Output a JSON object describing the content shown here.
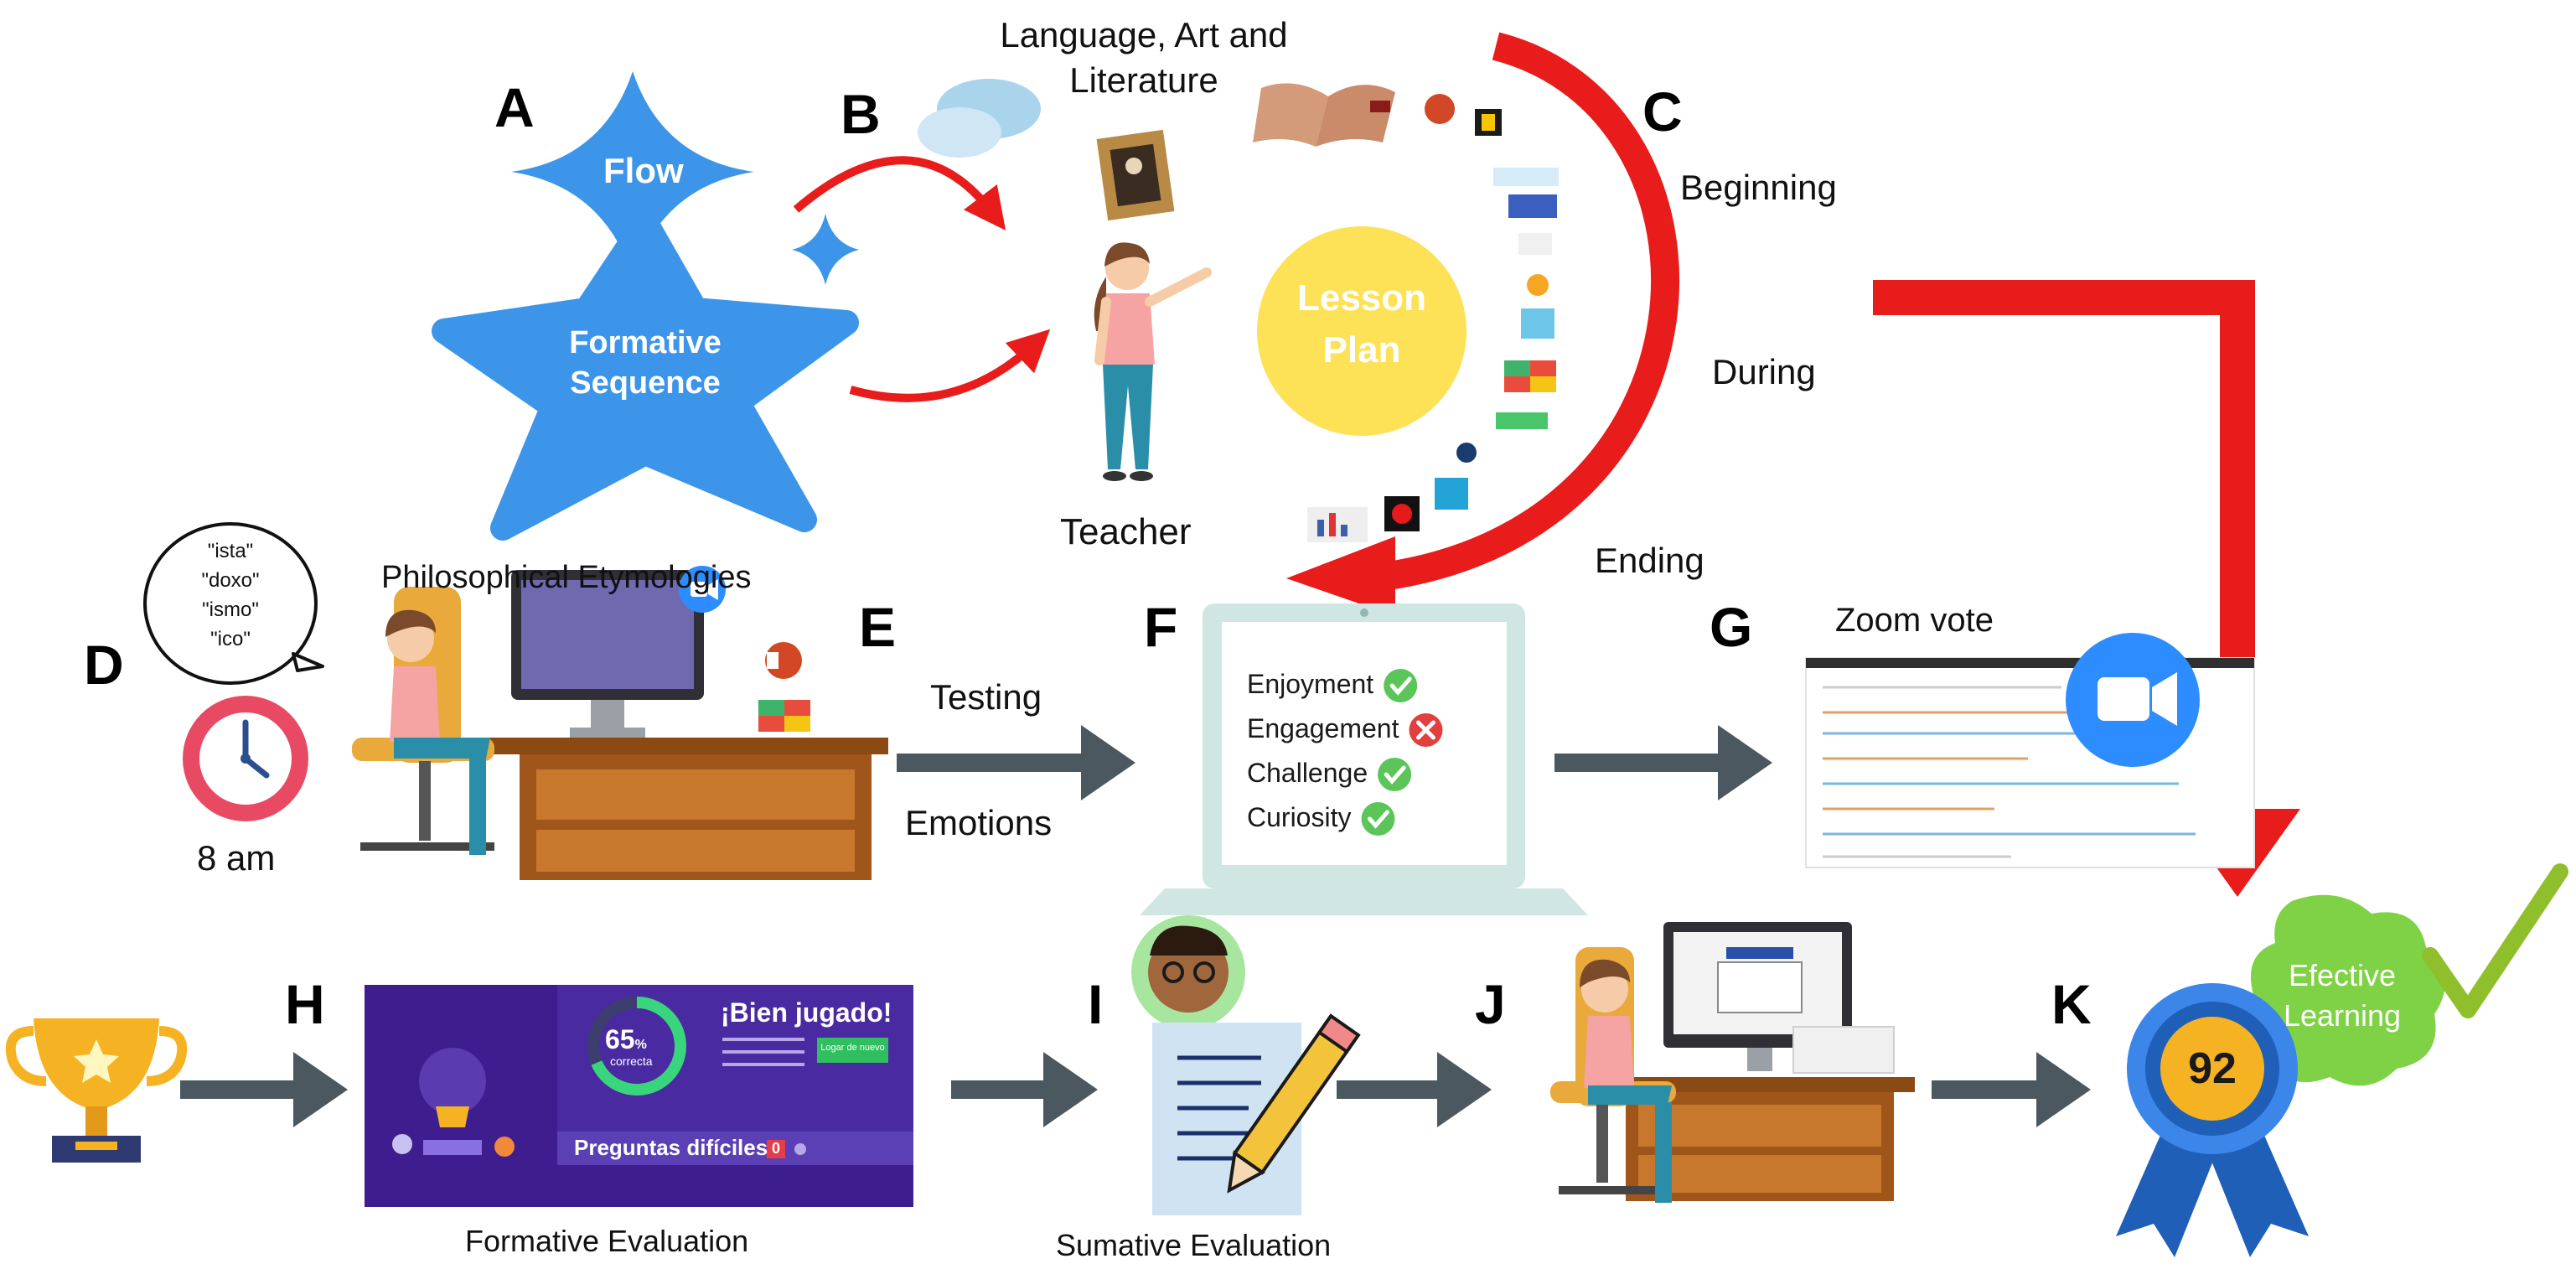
{
  "steps": {
    "A": {
      "letter": "A",
      "star1": "Flow",
      "star2_l1": "Formative",
      "star2_l2": "Sequence"
    },
    "B": {
      "letter": "B",
      "topic_l1": "Language, Art and",
      "topic_l2": "Literature"
    },
    "C": {
      "letter": "C",
      "phase1": "Beginning",
      "phase2": "During",
      "phase3": "Ending",
      "plan_l1": "Lesson",
      "plan_l2": "Plan",
      "teacher": "Teacher"
    },
    "D": {
      "letter": "D",
      "title": "Philosophical Etymologies",
      "bubble": [
        "\"ista\"",
        "\"doxo\"",
        "\"ismo\"",
        "\"ico\""
      ],
      "time": "8 am"
    },
    "E": {
      "letter": "E",
      "line1": "Testing",
      "line2": "Emotions"
    },
    "F": {
      "letter": "F",
      "emotions": [
        {
          "label": "Enjoyment",
          "ok": true
        },
        {
          "label": "Engagement",
          "ok": false
        },
        {
          "label": "Challenge",
          "ok": true
        },
        {
          "label": "Curiosity",
          "ok": true
        }
      ]
    },
    "G": {
      "letter": "G",
      "title": "Zoom vote"
    },
    "H": {
      "letter": "H",
      "caption": "Formative Evaluation",
      "percent": "65",
      "percent_unit": "%",
      "percent_word": "correcta",
      "headline": "¡Bien jugado!",
      "button": "Logar de nuevo",
      "hard": "Preguntas difíciles",
      "hard_count": "0"
    },
    "I": {
      "letter": "I",
      "caption": "Sumative Evaluation"
    },
    "J": {
      "letter": "J"
    },
    "K": {
      "letter": "K",
      "score": "92",
      "badge_l1": "Efective",
      "badge_l2": "Learning"
    }
  },
  "colors": {
    "star": "#3d95e9",
    "red": "#e91c1c",
    "arrow": "#4b5860",
    "plan": "#fde157",
    "green": "#7fd246",
    "purple": "#3e1d8f"
  }
}
